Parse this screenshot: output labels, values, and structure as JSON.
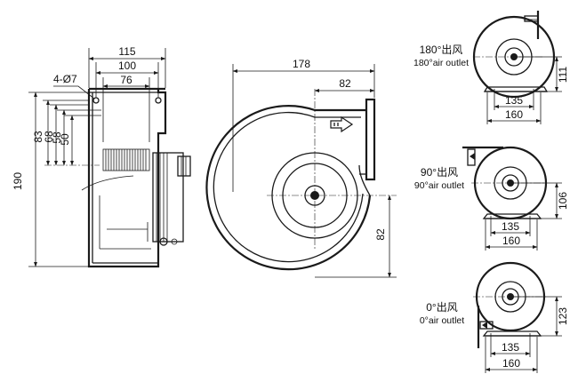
{
  "side_view": {
    "dims": {
      "overall_width": "115",
      "mount_width": "100",
      "inner_width": "76",
      "holes": "4-Ø7",
      "height_total": "190",
      "h83": "83",
      "h68": "68",
      "h58": "58",
      "h50": "50"
    }
  },
  "front_view": {
    "dims": {
      "overall_width": "178",
      "center_to_outlet": "82",
      "center_height": "82"
    }
  },
  "orientations": [
    {
      "cn": "180°出风",
      "en": "180°air outlet",
      "dim_a": "135",
      "dim_b": "160",
      "dim_h": "111"
    },
    {
      "cn": "90°出风",
      "en": "90°air outlet",
      "dim_a": "135",
      "dim_b": "160",
      "dim_h": "106"
    },
    {
      "cn": "0°出风",
      "en": "0°air outlet",
      "dim_a": "135",
      "dim_b": "160",
      "dim_h": "123"
    }
  ]
}
